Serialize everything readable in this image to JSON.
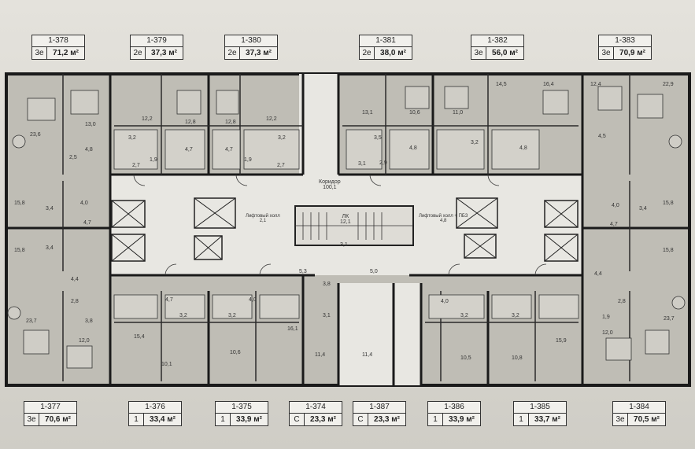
{
  "units_top": [
    {
      "number": "1-378",
      "type": "3e",
      "area": "71,2 м²"
    },
    {
      "number": "1-379",
      "type": "2e",
      "area": "37,3 м²"
    },
    {
      "number": "1-380",
      "type": "2e",
      "area": "37,3 м²"
    },
    {
      "number": "1-381",
      "type": "2e",
      "area": "38,0 м²"
    },
    {
      "number": "1-382",
      "type": "3e",
      "area": "56,0 м²"
    },
    {
      "number": "1-383",
      "type": "3e",
      "area": "70,9 м²"
    }
  ],
  "units_bottom": [
    {
      "number": "1-377",
      "type": "3e",
      "area": "70,6 м²"
    },
    {
      "number": "1-376",
      "type": "1",
      "area": "33,4 м²"
    },
    {
      "number": "1-375",
      "type": "1",
      "area": "33,9 м²"
    },
    {
      "number": "1-374",
      "type": "С",
      "area": "23,3 м²"
    },
    {
      "number": "1-387",
      "type": "С",
      "area": "23,3 м²"
    },
    {
      "number": "1-386",
      "type": "1",
      "area": "33,9 м²"
    },
    {
      "number": "1-385",
      "type": "1",
      "area": "33,7 м²"
    },
    {
      "number": "1-384",
      "type": "3e",
      "area": "70,5 м²"
    }
  ],
  "corridor": {
    "title": "Коридор",
    "area": "100,1"
  },
  "lift_hall_left": {
    "title": "Лифтовый холл",
    "area": "2,1"
  },
  "lift_hall_right": {
    "title": "Лифтовый холл + ПБЗ",
    "area": "4,8"
  },
  "stair": {
    "title": "ЛК",
    "area": "12,1"
  },
  "room_areas": [
    "23,6",
    "13,0",
    "4,8",
    "2,5",
    "12,2",
    "3,2",
    "2,7",
    "1,9",
    "12,8",
    "4,7",
    "12,8",
    "4,7",
    "1,9",
    "12,2",
    "3,2",
    "2,7",
    "13,1",
    "3,5",
    "2,9",
    "10,6",
    "4,8",
    "3,1",
    "11,0",
    "3,2",
    "14,5",
    "16,4",
    "4,8",
    "12,4",
    "22,9",
    "4,5",
    "15,8",
    "3,4",
    "4,0",
    "4,7",
    "15,8",
    "3,4",
    "15,8",
    "3,4",
    "4,0",
    "4,7",
    "15,8",
    "4,4",
    "2,8",
    "3,8",
    "23,7",
    "12,0",
    "15,4",
    "4,7",
    "3,2",
    "10,1",
    "4,0",
    "3,2",
    "10,6",
    "16,1",
    "5,3",
    "3,8",
    "5,0",
    "3,1",
    "11,4",
    "11,4",
    "4,0",
    "3,2",
    "10,5",
    "3,2",
    "10,8",
    "15,9",
    "4,4",
    "2,8",
    "1,9",
    "12,0",
    "23,7",
    "3,1"
  ]
}
